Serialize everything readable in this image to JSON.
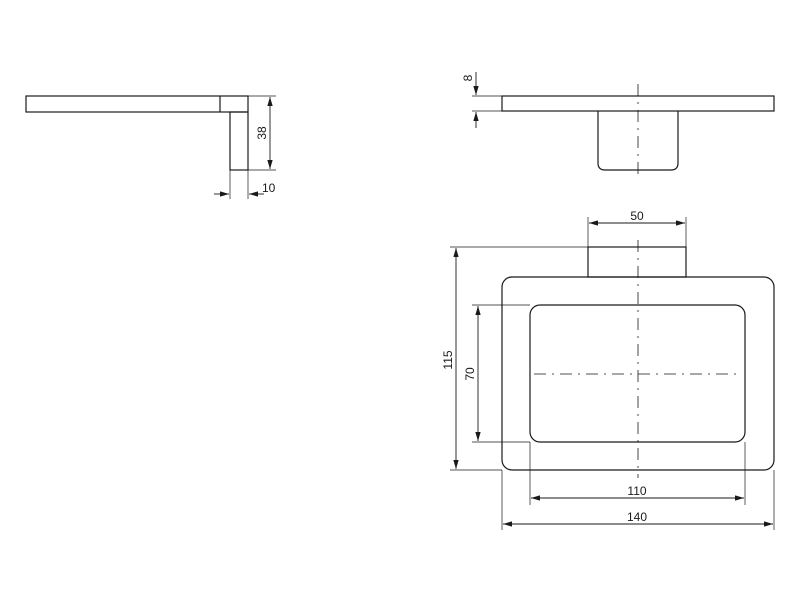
{
  "dimensions": {
    "side_height": "38",
    "side_thickness": "10",
    "plate_thickness": "8",
    "mount_width": "50",
    "overall_height": "115",
    "inner_height": "70",
    "inner_width": "110",
    "overall_width": "140"
  },
  "colors": {
    "line": "#1a1a1a",
    "background": "#ffffff"
  }
}
